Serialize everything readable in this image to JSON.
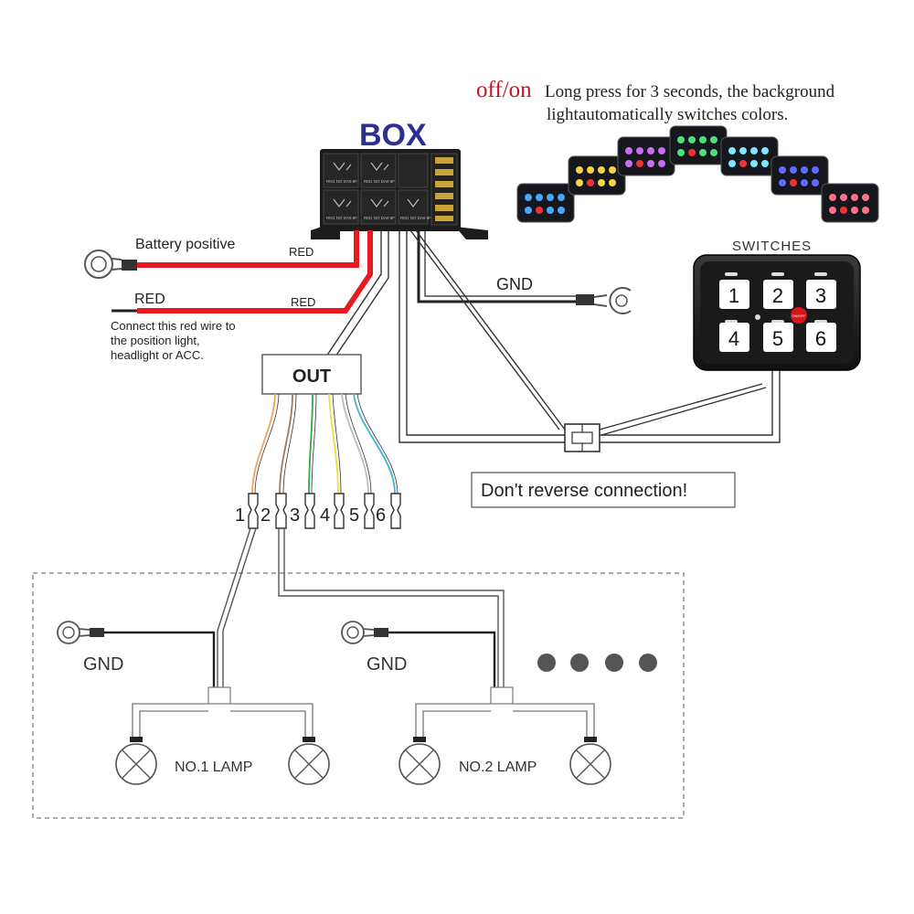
{
  "box": {
    "title": "BOX",
    "relay_code": "RM1 NO DA9 8F"
  },
  "note": {
    "offon": "off/on",
    "line1": "Long press for 3 seconds, the background",
    "line2": "lightautomatically switches colors."
  },
  "labels": {
    "battery_positive": "Battery positive",
    "red_wire_1": "RED",
    "red_left": "RED",
    "red_wire_2": "RED",
    "connect_line1": "Connect this red wire to",
    "connect_line2": "the position light,",
    "connect_line3": "headlight or ACC.",
    "gnd_top": "GND",
    "out": "OUT",
    "warning": "Don't reverse connection!",
    "gnd_1": "GND",
    "gnd_2": "GND",
    "lamp_1": "NO.1  LAMP",
    "lamp_2": "NO.2  LAMP"
  },
  "switches": {
    "title": "SWITCHES",
    "buttons": [
      "1",
      "2",
      "3",
      "4",
      "5",
      "6"
    ],
    "badge": "ON/OFF"
  },
  "outputs": [
    "1",
    "2",
    "3",
    "4",
    "5",
    "6"
  ],
  "colors": {
    "red": "#e8191f",
    "out_wires": [
      "#f2a25a",
      "#9c7a68",
      "#37a84a",
      "#e8e23a",
      "#bdbdbd",
      "#3db6d6"
    ],
    "accent_blue": "#2b2f8f",
    "accent_red": "#c4161c"
  }
}
